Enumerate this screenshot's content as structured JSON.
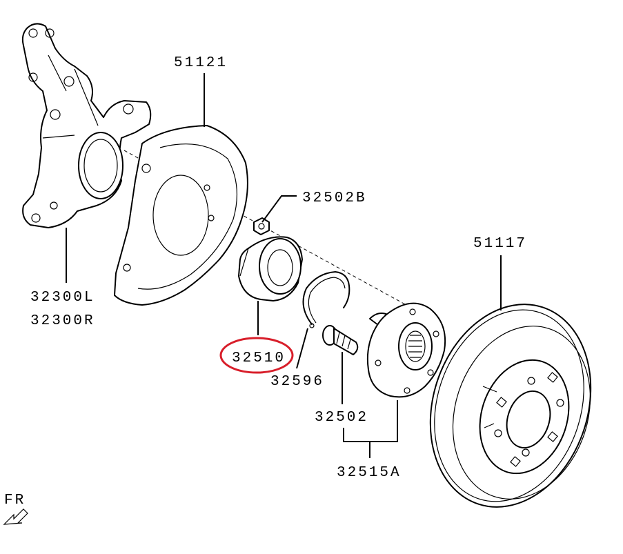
{
  "diagram": {
    "labels": {
      "backing_plate": "51121",
      "hub_bolt_nut": "32502B",
      "knuckle_left": "32300L",
      "knuckle_right": "32300R",
      "brake_disc": "51117",
      "wheel_bearing": "32510",
      "snap_ring": "32596",
      "hub_bolt": "32502",
      "hub_assembly": "32515A",
      "front_marker": "FR"
    },
    "highlight": {
      "part": "32510",
      "color": "#d81e2a"
    },
    "colors": {
      "line": "#000000",
      "background": "#ffffff"
    }
  }
}
